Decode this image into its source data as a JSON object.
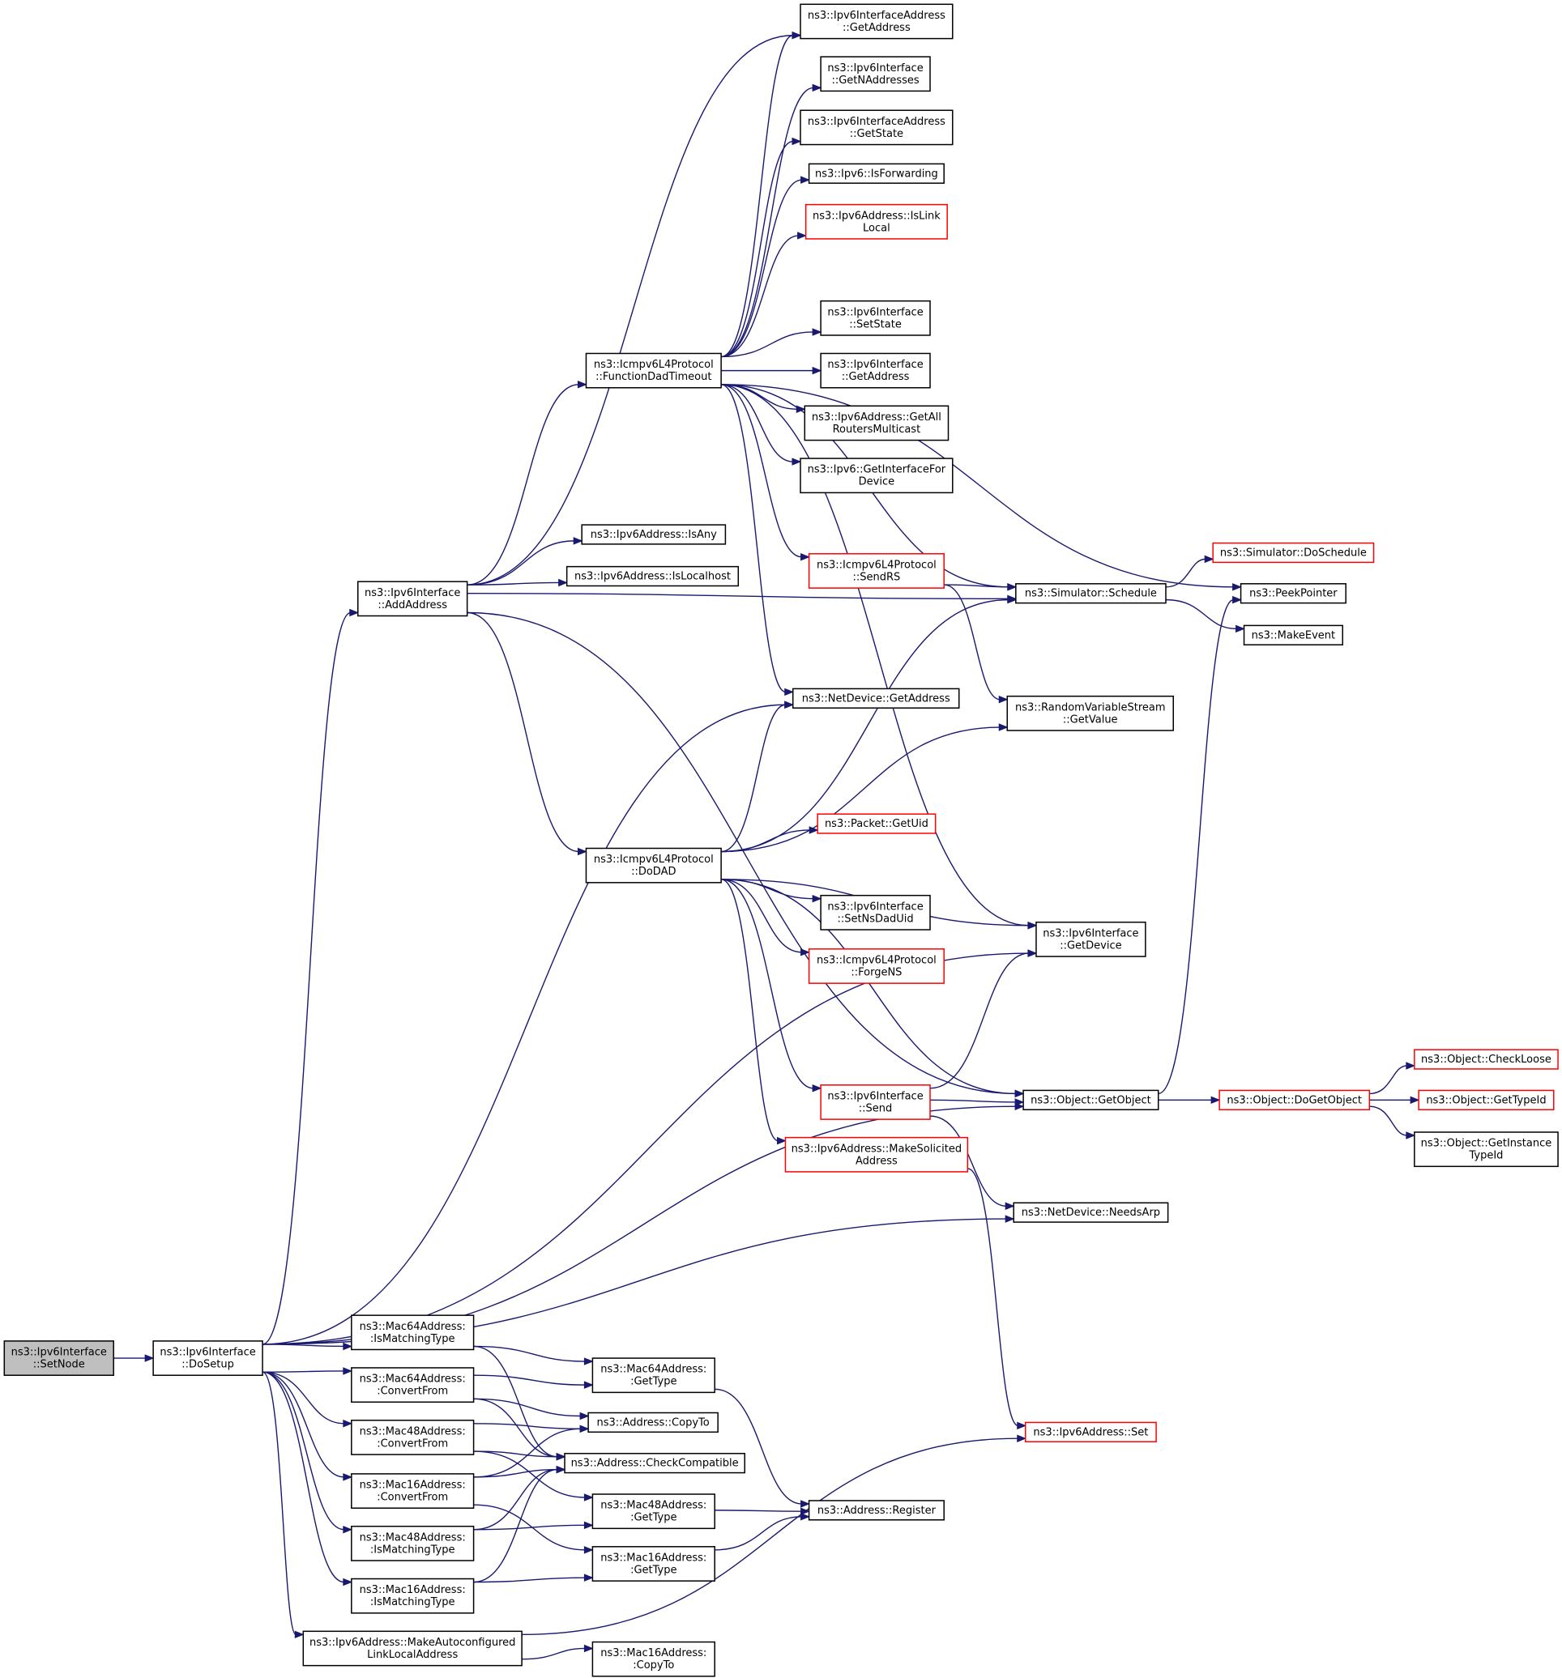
{
  "style": {
    "edge_color": "#191970",
    "node_border": "#000000",
    "highlight_border": "#ff0000",
    "root_fill": "#bfbfbf"
  },
  "nodes": [
    {
      "id": "setnode",
      "lines": [
        "ns3::Ipv6Interface",
        "::SetNode"
      ],
      "kind": "root"
    },
    {
      "id": "dosetup",
      "lines": [
        "ns3::Ipv6Interface",
        "::DoSetup"
      ],
      "kind": "normal"
    },
    {
      "id": "addaddress",
      "lines": [
        "ns3::Ipv6Interface",
        "::AddAddress"
      ],
      "kind": "normal"
    },
    {
      "id": "mac64match",
      "lines": [
        "ns3::Mac64Address:",
        ":IsMatchingType"
      ],
      "kind": "normal"
    },
    {
      "id": "mac64conv",
      "lines": [
        "ns3::Mac64Address:",
        ":ConvertFrom"
      ],
      "kind": "normal"
    },
    {
      "id": "mac48conv",
      "lines": [
        "ns3::Mac48Address:",
        ":ConvertFrom"
      ],
      "kind": "normal"
    },
    {
      "id": "mac16conv",
      "lines": [
        "ns3::Mac16Address:",
        ":ConvertFrom"
      ],
      "kind": "normal"
    },
    {
      "id": "mac48match",
      "lines": [
        "ns3::Mac48Address:",
        ":IsMatchingType"
      ],
      "kind": "normal"
    },
    {
      "id": "mac16match",
      "lines": [
        "ns3::Mac16Address:",
        ":IsMatchingType"
      ],
      "kind": "normal"
    },
    {
      "id": "makeautoll",
      "lines": [
        "ns3::Ipv6Address::MakeAutoconfigured",
        "LinkLocalAddress"
      ],
      "kind": "normal"
    },
    {
      "id": "functiondad",
      "lines": [
        "ns3::Icmpv6L4Protocol",
        "::FunctionDadTimeout"
      ],
      "kind": "normal"
    },
    {
      "id": "isany",
      "lines": [
        "ns3::Ipv6Address::IsAny"
      ],
      "kind": "normal"
    },
    {
      "id": "islocalhost",
      "lines": [
        "ns3::Ipv6Address::IsLocalhost"
      ],
      "kind": "normal"
    },
    {
      "id": "dodad",
      "lines": [
        "ns3::Icmpv6L4Protocol",
        "::DoDAD"
      ],
      "kind": "normal"
    },
    {
      "id": "mac64type",
      "lines": [
        "ns3::Mac64Address:",
        ":GetType"
      ],
      "kind": "normal"
    },
    {
      "id": "copyto",
      "lines": [
        "ns3::Address::CopyTo"
      ],
      "kind": "normal"
    },
    {
      "id": "checkcompat",
      "lines": [
        "ns3::Address::CheckCompatible"
      ],
      "kind": "normal"
    },
    {
      "id": "mac48type",
      "lines": [
        "ns3::Mac48Address:",
        ":GetType"
      ],
      "kind": "normal"
    },
    {
      "id": "mac16type",
      "lines": [
        "ns3::Mac16Address:",
        ":GetType"
      ],
      "kind": "normal"
    },
    {
      "id": "mac16copyto",
      "lines": [
        "ns3::Mac16Address:",
        ":CopyTo"
      ],
      "kind": "normal"
    },
    {
      "id": "ifaddrgetaddr",
      "lines": [
        "ns3::Ipv6InterfaceAddress",
        "::GetAddress"
      ],
      "kind": "normal"
    },
    {
      "id": "getnaddr",
      "lines": [
        "ns3::Ipv6Interface",
        "::GetNAddresses"
      ],
      "kind": "normal"
    },
    {
      "id": "ifaddrgetstate",
      "lines": [
        "ns3::Ipv6InterfaceAddress",
        "::GetState"
      ],
      "kind": "normal"
    },
    {
      "id": "isforwarding",
      "lines": [
        "ns3::Ipv6::IsForwarding"
      ],
      "kind": "normal"
    },
    {
      "id": "islinklocal",
      "lines": [
        "ns3::Ipv6Address::IsLink",
        "Local"
      ],
      "kind": "red"
    },
    {
      "id": "setstate",
      "lines": [
        "ns3::Ipv6Interface",
        "::SetState"
      ],
      "kind": "normal"
    },
    {
      "id": "ifgetaddr",
      "lines": [
        "ns3::Ipv6Interface",
        "::GetAddress"
      ],
      "kind": "normal"
    },
    {
      "id": "getallrouters",
      "lines": [
        "ns3::Ipv6Address::GetAll",
        "RoutersMulticast"
      ],
      "kind": "normal"
    },
    {
      "id": "getifdevice",
      "lines": [
        "ns3::Ipv6::GetInterfaceFor",
        "Device"
      ],
      "kind": "normal"
    },
    {
      "id": "sendrs",
      "lines": [
        "ns3::Icmpv6L4Protocol",
        "::SendRS"
      ],
      "kind": "red"
    },
    {
      "id": "netdevgetaddr",
      "lines": [
        "ns3::NetDevice::GetAddress"
      ],
      "kind": "normal"
    },
    {
      "id": "packetgetuid",
      "lines": [
        "ns3::Packet::GetUid"
      ],
      "kind": "red"
    },
    {
      "id": "setnsdaduid",
      "lines": [
        "ns3::Ipv6Interface",
        "::SetNsDadUid"
      ],
      "kind": "normal"
    },
    {
      "id": "forgens",
      "lines": [
        "ns3::Icmpv6L4Protocol",
        "::ForgeNS"
      ],
      "kind": "red"
    },
    {
      "id": "ifsend",
      "lines": [
        "ns3::Ipv6Interface",
        "::Send"
      ],
      "kind": "red"
    },
    {
      "id": "makesolicited",
      "lines": [
        "ns3::Ipv6Address::MakeSolicited",
        "Address"
      ],
      "kind": "red"
    },
    {
      "id": "addrregister",
      "lines": [
        "ns3::Address::Register"
      ],
      "kind": "normal"
    },
    {
      "id": "ipv6set",
      "lines": [
        "ns3::Ipv6Address::Set"
      ],
      "kind": "red"
    },
    {
      "id": "schedule",
      "lines": [
        "ns3::Simulator::Schedule"
      ],
      "kind": "normal"
    },
    {
      "id": "rvsgetvalue",
      "lines": [
        "ns3::RandomVariableStream",
        "::GetValue"
      ],
      "kind": "normal"
    },
    {
      "id": "ifgetdevice",
      "lines": [
        "ns3::Ipv6Interface",
        "::GetDevice"
      ],
      "kind": "normal"
    },
    {
      "id": "getobject",
      "lines": [
        "ns3::Object::GetObject"
      ],
      "kind": "normal"
    },
    {
      "id": "needsarp",
      "lines": [
        "ns3::NetDevice::NeedsArp"
      ],
      "kind": "normal"
    },
    {
      "id": "doschedule",
      "lines": [
        "ns3::Simulator::DoSchedule"
      ],
      "kind": "red"
    },
    {
      "id": "peekpointer",
      "lines": [
        "ns3::PeekPointer"
      ],
      "kind": "normal"
    },
    {
      "id": "makeevent",
      "lines": [
        "ns3::MakeEvent"
      ],
      "kind": "normal"
    },
    {
      "id": "dogetobject",
      "lines": [
        "ns3::Object::DoGetObject"
      ],
      "kind": "red"
    },
    {
      "id": "checkloose",
      "lines": [
        "ns3::Object::CheckLoose"
      ],
      "kind": "red"
    },
    {
      "id": "gettypeid",
      "lines": [
        "ns3::Object::GetTypeId"
      ],
      "kind": "red"
    },
    {
      "id": "getinsttypeid",
      "lines": [
        "ns3::Object::GetInstance",
        "TypeId"
      ],
      "kind": "normal"
    }
  ],
  "edges": [
    [
      "setnode",
      "dosetup"
    ],
    [
      "dosetup",
      "addaddress"
    ],
    [
      "dosetup",
      "mac64match"
    ],
    [
      "dosetup",
      "mac64conv"
    ],
    [
      "dosetup",
      "mac48conv"
    ],
    [
      "dosetup",
      "mac16conv"
    ],
    [
      "dosetup",
      "mac48match"
    ],
    [
      "dosetup",
      "mac16match"
    ],
    [
      "dosetup",
      "makeautoll"
    ],
    [
      "dosetup",
      "netdevgetaddr"
    ],
    [
      "dosetup",
      "ifgetdevice"
    ],
    [
      "dosetup",
      "getobject"
    ],
    [
      "dosetup",
      "needsarp"
    ],
    [
      "addaddress",
      "ifaddrgetaddr"
    ],
    [
      "addaddress",
      "functiondad"
    ],
    [
      "addaddress",
      "isany"
    ],
    [
      "addaddress",
      "islocalhost"
    ],
    [
      "addaddress",
      "schedule"
    ],
    [
      "addaddress",
      "dodad"
    ],
    [
      "addaddress",
      "getobject"
    ],
    [
      "functiondad",
      "ifaddrgetaddr"
    ],
    [
      "functiondad",
      "getnaddr"
    ],
    [
      "functiondad",
      "ifaddrgetstate"
    ],
    [
      "functiondad",
      "isforwarding"
    ],
    [
      "functiondad",
      "islinklocal"
    ],
    [
      "functiondad",
      "schedule"
    ],
    [
      "functiondad",
      "setstate"
    ],
    [
      "functiondad",
      "ifgetaddr"
    ],
    [
      "functiondad",
      "getallrouters"
    ],
    [
      "functiondad",
      "getifdevice"
    ],
    [
      "functiondad",
      "sendrs"
    ],
    [
      "functiondad",
      "netdevgetaddr"
    ],
    [
      "functiondad",
      "ifgetdevice"
    ],
    [
      "functiondad",
      "peekpointer"
    ],
    [
      "sendrs",
      "schedule"
    ],
    [
      "sendrs",
      "rvsgetvalue"
    ],
    [
      "schedule",
      "doschedule"
    ],
    [
      "schedule",
      "makeevent"
    ],
    [
      "dodad",
      "netdevgetaddr"
    ],
    [
      "dodad",
      "schedule"
    ],
    [
      "dodad",
      "rvsgetvalue"
    ],
    [
      "dodad",
      "packetgetuid"
    ],
    [
      "dodad",
      "ifgetdevice"
    ],
    [
      "dodad",
      "setnsdaduid"
    ],
    [
      "dodad",
      "forgens"
    ],
    [
      "dodad",
      "getobject"
    ],
    [
      "dodad",
      "ifsend"
    ],
    [
      "dodad",
      "makesolicited"
    ],
    [
      "ifsend",
      "ifgetdevice"
    ],
    [
      "ifsend",
      "getobject"
    ],
    [
      "ifsend",
      "needsarp"
    ],
    [
      "makesolicited",
      "ipv6set"
    ],
    [
      "getobject",
      "peekpointer"
    ],
    [
      "getobject",
      "dogetobject"
    ],
    [
      "dogetobject",
      "checkloose"
    ],
    [
      "dogetobject",
      "gettypeid"
    ],
    [
      "dogetobject",
      "getinsttypeid"
    ],
    [
      "mac64match",
      "mac64type"
    ],
    [
      "mac64match",
      "checkcompat"
    ],
    [
      "mac64conv",
      "mac64type"
    ],
    [
      "mac64conv",
      "copyto"
    ],
    [
      "mac64conv",
      "checkcompat"
    ],
    [
      "mac48conv",
      "copyto"
    ],
    [
      "mac48conv",
      "checkcompat"
    ],
    [
      "mac48conv",
      "mac48type"
    ],
    [
      "mac16conv",
      "copyto"
    ],
    [
      "mac16conv",
      "checkcompat"
    ],
    [
      "mac16conv",
      "mac16type"
    ],
    [
      "mac48match",
      "checkcompat"
    ],
    [
      "mac48match",
      "mac48type"
    ],
    [
      "mac16match",
      "checkcompat"
    ],
    [
      "mac16match",
      "mac16type"
    ],
    [
      "mac64type",
      "addrregister"
    ],
    [
      "mac48type",
      "addrregister"
    ],
    [
      "mac16type",
      "addrregister"
    ],
    [
      "makeautoll",
      "ipv6set"
    ],
    [
      "makeautoll",
      "mac16copyto"
    ]
  ]
}
